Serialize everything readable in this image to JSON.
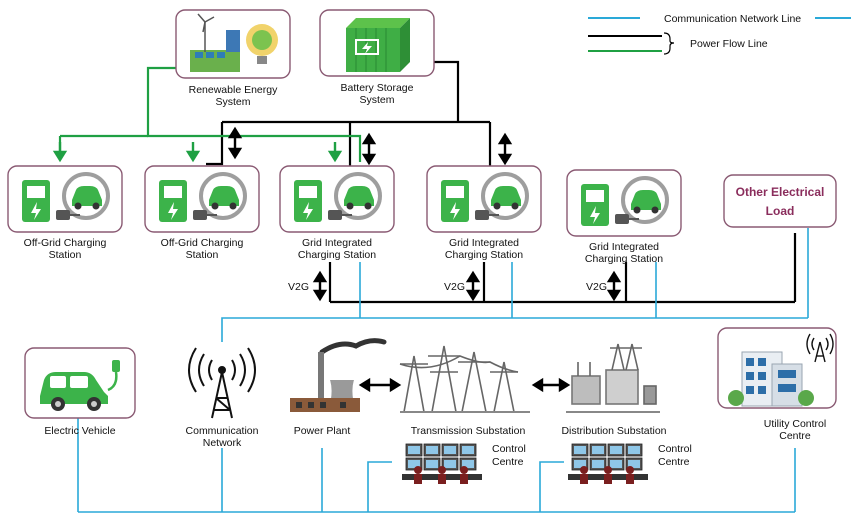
{
  "legend": {
    "communication": "Communication Network Line",
    "power": "Power Flow Line"
  },
  "nodes": {
    "renewable": [
      "Renewable Energy",
      "System"
    ],
    "battery": [
      "Battery Storage",
      "System"
    ],
    "offgrid1": [
      "Off-Grid Charging",
      "Station"
    ],
    "offgrid2": [
      "Off-Grid Charging",
      "Station"
    ],
    "grid1": [
      "Grid Integrated",
      "Charging Station"
    ],
    "grid2": [
      "Grid Integrated",
      "Charging Station"
    ],
    "grid3": [
      "Grid Integrated",
      "Charging Station"
    ],
    "other_load": [
      "Other Electrical",
      "Load"
    ],
    "ev": [
      "Electric Vehicle"
    ],
    "comm": [
      "Communication",
      "Network"
    ],
    "power_plant": [
      "Power Plant"
    ],
    "transmission": [
      "Transmission Substation"
    ],
    "distribution": [
      "Distribution Substation"
    ],
    "control1": [
      "Control",
      "Centre"
    ],
    "control2": [
      "Control",
      "Centre"
    ],
    "utility": [
      "Utility Control",
      "Centre"
    ]
  },
  "v2g": [
    "V2G",
    "V2G",
    "V2G"
  ],
  "colors": {
    "communication": "#2aa9d8",
    "power_black": "#000000",
    "power_green": "#1fa043",
    "box_border": "#8a5a73",
    "accent_text": "#8a2d5c",
    "ev_green": "#3cb34a"
  }
}
